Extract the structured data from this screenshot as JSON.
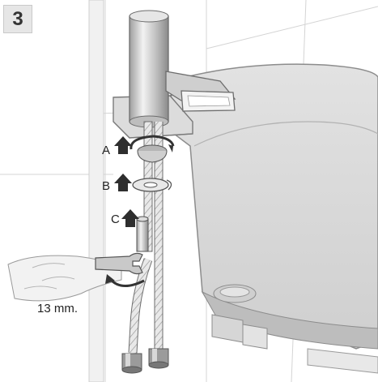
{
  "step": {
    "number": "3"
  },
  "parts": {
    "a": "A",
    "b": "B",
    "c": "C"
  },
  "wrench": {
    "size_label": "13 mm."
  }
}
